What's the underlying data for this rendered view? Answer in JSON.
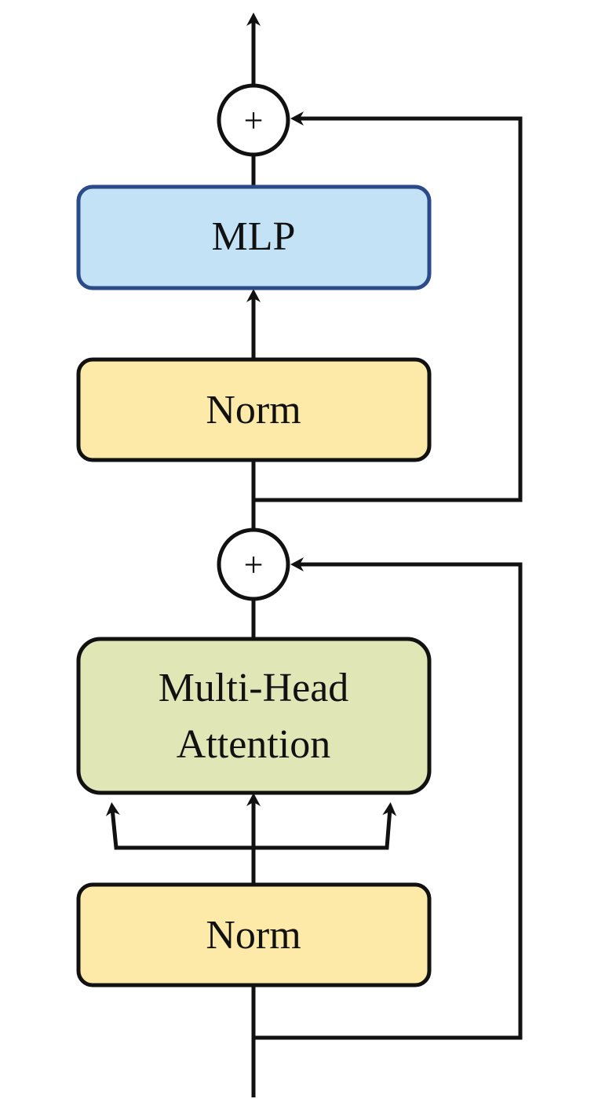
{
  "diagram": {
    "blocks": {
      "mlp": {
        "label": "MLP",
        "fill": "#c3e2f5",
        "stroke": "#2b4a8a"
      },
      "norm_top": {
        "label": "Norm",
        "fill": "#fdeaa8",
        "stroke": "#111111"
      },
      "attention": {
        "label_line1": "Multi-Head",
        "label_line2": "Attention",
        "fill": "#e0e6b5",
        "stroke": "#111111"
      },
      "norm_bottom": {
        "label": "Norm",
        "fill": "#fdeaa8",
        "stroke": "#111111"
      }
    },
    "add_nodes": {
      "symbol": "+"
    },
    "line_color": "#111111"
  }
}
